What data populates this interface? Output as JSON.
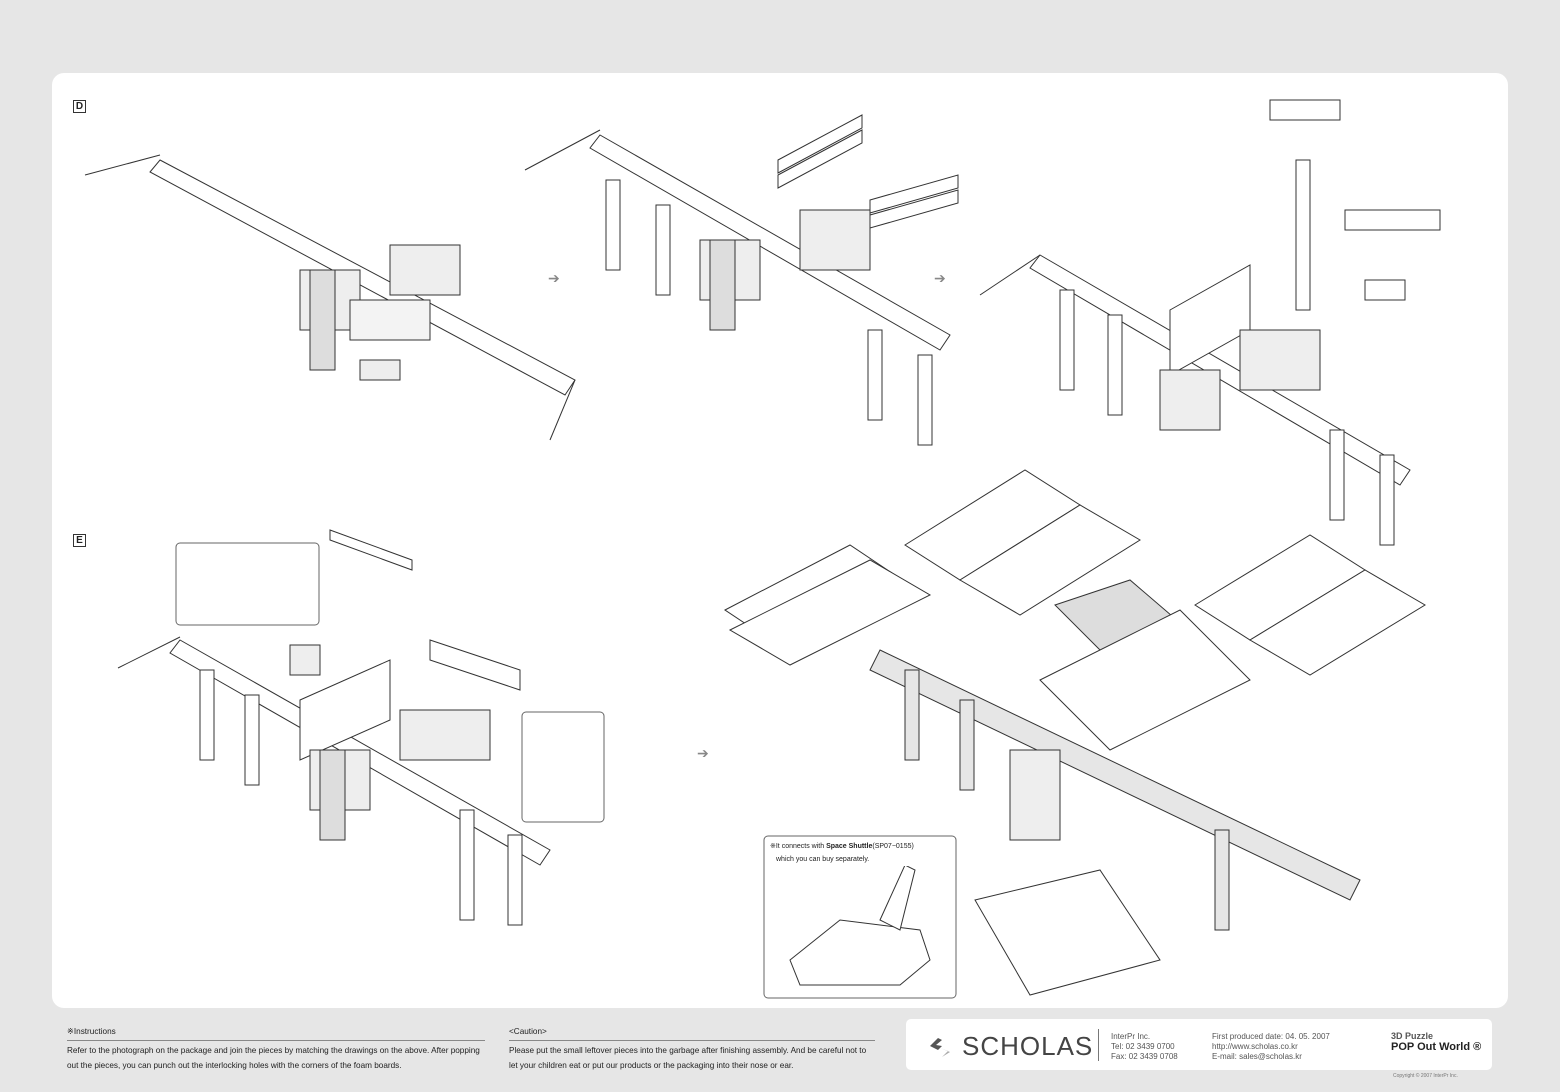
{
  "steps": {
    "d": "D",
    "e": "E"
  },
  "arrows": {
    "glyph": "➔"
  },
  "shuttle_note": {
    "prefix": "※It connects with ",
    "product": "Space Shuttle",
    "code": "(SP07−0155)",
    "line2": "which you can buy separately."
  },
  "instructions": {
    "heading": "※Instructions",
    "text": "Refer to the photograph on the package and join the pieces by matching the drawings on the above. After popping out the pieces, you can punch out the interlocking holes with the corners of the foam boards."
  },
  "caution": {
    "heading": "<Caution>",
    "text": "Please put the small leftover pieces into the garbage after finishing assembly. And be careful not to let your children eat or put our products or the packaging into their nose or ear."
  },
  "brand": {
    "logo": "SCHOLAS",
    "company": "InterPr Inc.",
    "tel": "Tel: 02 3439 0700",
    "fax": "Fax: 02 3439 0708",
    "produced": "First produced date: 04. 05. 2007",
    "url": "http://www.scholas.co.kr",
    "email": "E-mail: sales@scholas.kr",
    "series_top": "3D Puzzle",
    "series": "POP Out World ®",
    "copyright": "Copyright © 2007 InterPr Inc."
  }
}
